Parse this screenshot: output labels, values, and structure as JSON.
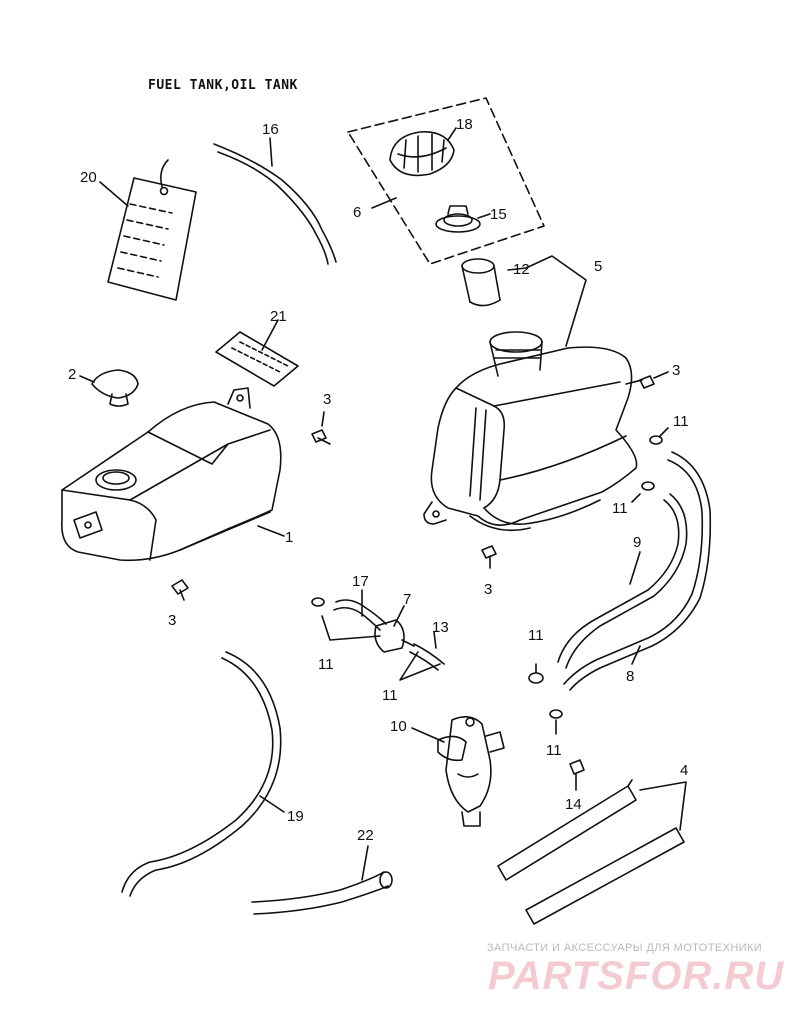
{
  "title": "FUEL TANK,OIL TANK",
  "callouts": {
    "c1": "1",
    "c2": "2",
    "c3a": "3",
    "c3b": "3",
    "c3c": "3",
    "c3d": "3",
    "c4": "4",
    "c5": "5",
    "c6": "6",
    "c7": "7",
    "c8": "8",
    "c9": "9",
    "c10": "10",
    "c11a": "11",
    "c11b": "11",
    "c11c": "11",
    "c11d": "11",
    "c11e": "11",
    "c11f": "11",
    "c12": "12",
    "c13": "13",
    "c14": "14",
    "c15": "15",
    "c16": "16",
    "c17": "17",
    "c18": "18",
    "c19": "19",
    "c20": "20",
    "c21": "21",
    "c22": "22"
  },
  "watermark": {
    "caption": "ЗАПЧАСТИ И АКСЕССУАРЫ ДЛЯ МОТОТЕХНИКИ",
    "logo": "PARTSFOR.RU"
  },
  "colors": {
    "ink": "#111111",
    "watermark_pink": "#f3cbd0",
    "watermark_gray": "#b9b9b9"
  }
}
